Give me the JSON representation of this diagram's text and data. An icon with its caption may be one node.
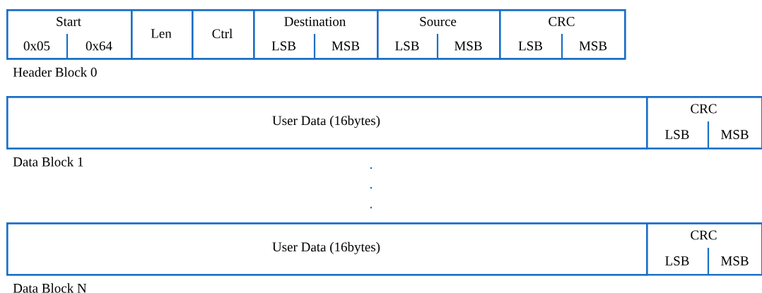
{
  "diagram": {
    "nodes": [
      {
        "text": [],
        "shape": "box",
        "beside": [
          "Header Block 0"
        ]
      },
      {
        "text": [
          "Start"
        ],
        "in": 0
      },
      {
        "text": [
          "0x05"
        ],
        "in": 1
      },
      {
        "text": [
          "0x64"
        ],
        "in": 1
      },
      {
        "text": [
          "Len"
        ],
        "in": 0
      },
      {
        "text": [
          "Ctrl"
        ],
        "in": 0
      },
      {
        "text": [
          "Destination"
        ],
        "in": 0
      },
      {
        "text": [
          "LSB"
        ],
        "in": 6
      },
      {
        "text": [
          "MSB"
        ],
        "in": 6
      },
      {
        "text": [
          "Source"
        ],
        "in": 0
      },
      {
        "text": [
          "LSB"
        ],
        "in": 9
      },
      {
        "text": [
          "MSB"
        ],
        "in": 9
      },
      {
        "text": [
          "CRC"
        ],
        "in": 0
      },
      {
        "text": [
          "LSB"
        ],
        "in": 12
      },
      {
        "text": [
          "MSB"
        ],
        "in": 12
      },
      {
        "text": [],
        "shape": "box",
        "beside": [
          "Data Block 1"
        ]
      },
      {
        "text": [
          "User Data (16bytes)"
        ],
        "in": 15
      },
      {
        "text": [
          "CRC"
        ],
        "in": 15
      },
      {
        "text": [
          "LSB"
        ],
        "in": 17
      },
      {
        "text": [
          "MSB"
        ],
        "in": 17
      },
      {
        "text": [],
        "shape": "box",
        "beside": [
          "Data Block N"
        ]
      },
      {
        "text": [
          "User Data (16bytes)"
        ],
        "in": 20
      },
      {
        "text": [
          "CRC"
        ],
        "in": 20
      },
      {
        "text": [
          "LSB"
        ],
        "in": 22
      },
      {
        "text": [
          "MSB"
        ],
        "in": 22
      }
    ]
  }
}
